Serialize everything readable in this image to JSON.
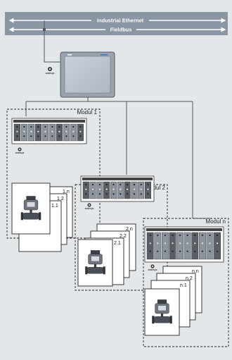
{
  "bus": {
    "ethernet_label": "Industrial Ethernet",
    "fieldbus_label": "Fieldbus"
  },
  "panel": {
    "brand": "codesys"
  },
  "modules": [
    {
      "label": "Modul 1",
      "brand": "codesys",
      "cards": [
        "1.n",
        "1.2",
        "1.1"
      ]
    },
    {
      "label": "Modul 2",
      "brand": "codesys",
      "cards": [
        "2.n",
        "2.2",
        "2.1"
      ]
    },
    {
      "label": "Modul n",
      "brand": "codesys",
      "cards": [
        "n.n",
        "n.2",
        "n.1"
      ]
    }
  ]
}
